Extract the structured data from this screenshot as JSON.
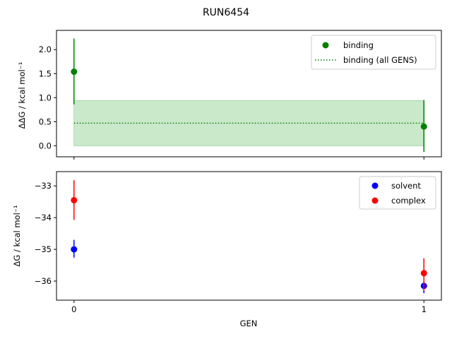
{
  "title": "RUN6454",
  "chart_data": [
    {
      "type": "scatter",
      "ylabel": "ΔΔG / kcal mol⁻¹",
      "x": [
        0,
        1
      ],
      "xlim": [
        -0.05,
        1.05
      ],
      "ylim": [
        -0.23,
        2.4
      ],
      "yticks": [
        "0.0",
        "0.5",
        "1.0",
        "1.5",
        "2.0"
      ],
      "series": [
        {
          "name": "binding",
          "color": "#008000",
          "points": [
            {
              "x": 0,
              "y": 1.54,
              "err_low": 0.86,
              "err_high": 2.23
            },
            {
              "x": 1,
              "y": 0.4,
              "err_low": -0.13,
              "err_high": 0.95
            }
          ]
        }
      ],
      "reference": {
        "name": "binding (all GENS)",
        "color": "#008000",
        "style": "dotted",
        "value": 0.47,
        "band": [
          0.0,
          0.94
        ],
        "band_color": "#a6d9a6"
      },
      "legend_position": "upper-right"
    },
    {
      "type": "scatter",
      "ylabel": "ΔG / kcal mol⁻¹",
      "xlabel": "GEN",
      "x": [
        0,
        1
      ],
      "xticks": [
        "0",
        "1"
      ],
      "xlim": [
        -0.05,
        1.05
      ],
      "ylim": [
        -36.6,
        -32.55
      ],
      "yticks": [
        "−33",
        "−34",
        "−35",
        "−36"
      ],
      "series": [
        {
          "name": "solvent",
          "color": "#0000ff",
          "points": [
            {
              "x": 0,
              "y": -35.0,
              "err_low": -35.26,
              "err_high": -34.7
            },
            {
              "x": 1,
              "y": -36.15,
              "err_low": -36.38,
              "err_high": -35.98
            }
          ]
        },
        {
          "name": "complex",
          "color": "#ff0000",
          "points": [
            {
              "x": 0,
              "y": -33.45,
              "err_low": -34.07,
              "err_high": -32.82
            },
            {
              "x": 1,
              "y": -35.75,
              "err_low": -36.3,
              "err_high": -35.28
            }
          ]
        }
      ],
      "legend_position": "upper-right"
    }
  ]
}
